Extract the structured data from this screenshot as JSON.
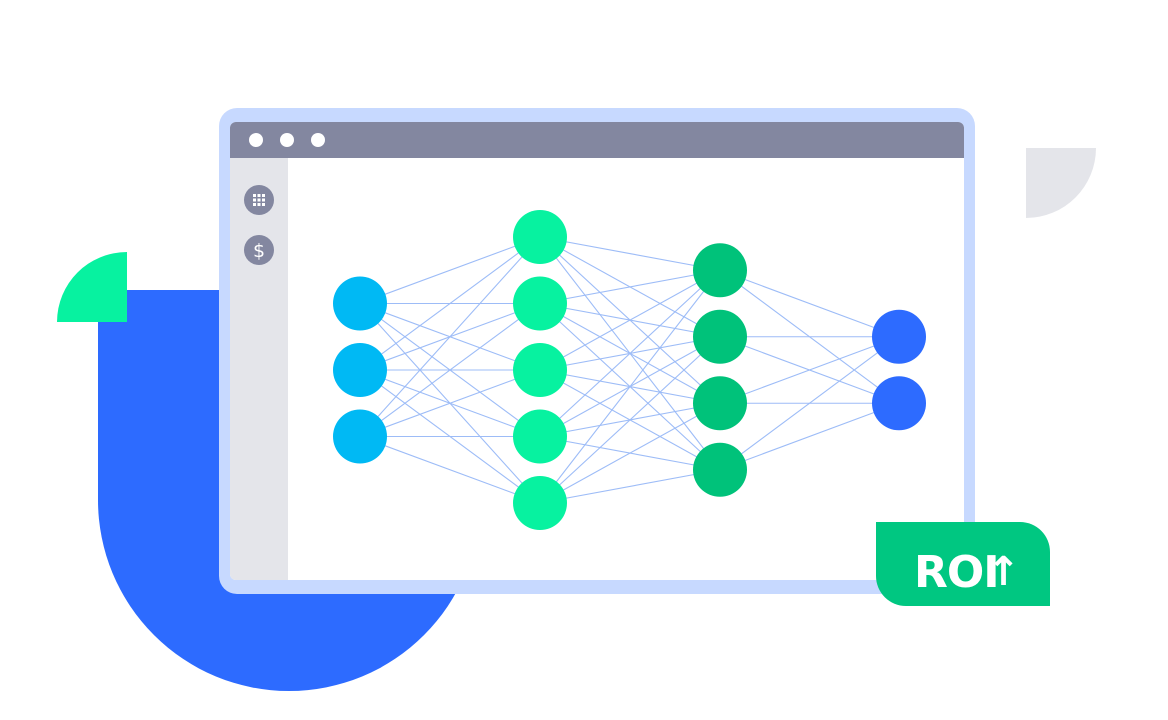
{
  "colors": {
    "background": "#ffffff",
    "blue_shape": "#2d6bff",
    "green_quarter": "#07f2a0",
    "gray_quarter": "#e4e5ea",
    "window_frame": "#c7d9ff",
    "titlebar": "#8387a0",
    "sidebar": "#e4e5ea",
    "sidebar_icon_bg": "#8387a0",
    "content_bg": "#ffffff",
    "connection": "#9dbcf7",
    "input_layer": "#00b9f4",
    "hidden_layer_1": "#07f2a0",
    "hidden_layer_2": "#00c27a",
    "output_layer": "#2d6bff",
    "badge_bg": "#00c781",
    "badge_text": "#ffffff"
  },
  "window": {
    "title_dots": 3,
    "sidebar_icons": [
      {
        "name": "grid-icon"
      },
      {
        "name": "dollar-icon",
        "glyph": "$"
      }
    ]
  },
  "network": {
    "layers": [
      {
        "name": "input",
        "nodes": 3
      },
      {
        "name": "hidden-1",
        "nodes": 5
      },
      {
        "name": "hidden-2",
        "nodes": 4
      },
      {
        "name": "output",
        "nodes": 2
      }
    ]
  },
  "badge": {
    "label": "ROI",
    "arrow": "↑"
  }
}
